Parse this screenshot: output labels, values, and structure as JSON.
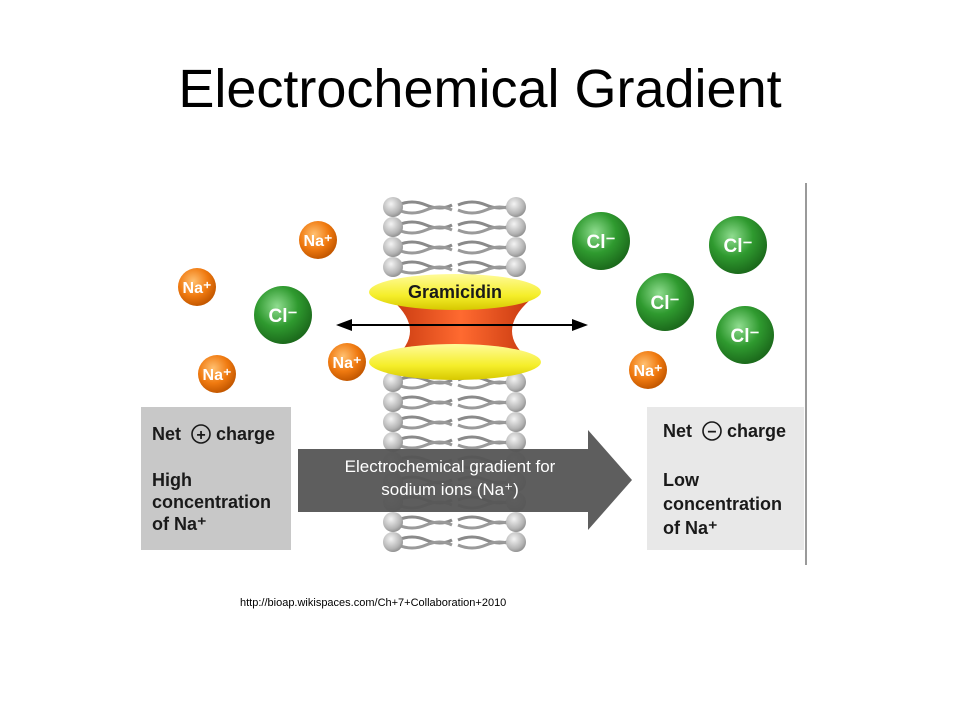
{
  "slide": {
    "title": "Electrochemical Gradient",
    "source_url": "http://bioap.wikispaces.com/Ch+7+Collaboration+2010"
  },
  "diagram": {
    "channel_label": "Gramicidin",
    "gradient_arrow_line1": "Electrochemical gradient for",
    "gradient_arrow_line2": "sodium ions (Na⁺)",
    "left_box": {
      "net_word": "Net",
      "charge_word": "charge",
      "sign": "+",
      "line1": "High",
      "line2": "concentration",
      "line3": "of Na⁺"
    },
    "right_box": {
      "net_word": "Net",
      "charge_word": "charge",
      "sign": "−",
      "line1": "Low",
      "line2": "concentration",
      "line3": "of Na⁺"
    },
    "na_label": "Na⁺",
    "cl_label": "Cl⁻",
    "colors": {
      "sodium": "#f07a10",
      "chloride": "#2f9a2f",
      "channel_core": "#e04818",
      "channel_cap": "#f5ee2a",
      "arrow": "#555555",
      "box": "#c8c8c8",
      "lipid_head": "#b4b4b4"
    }
  }
}
